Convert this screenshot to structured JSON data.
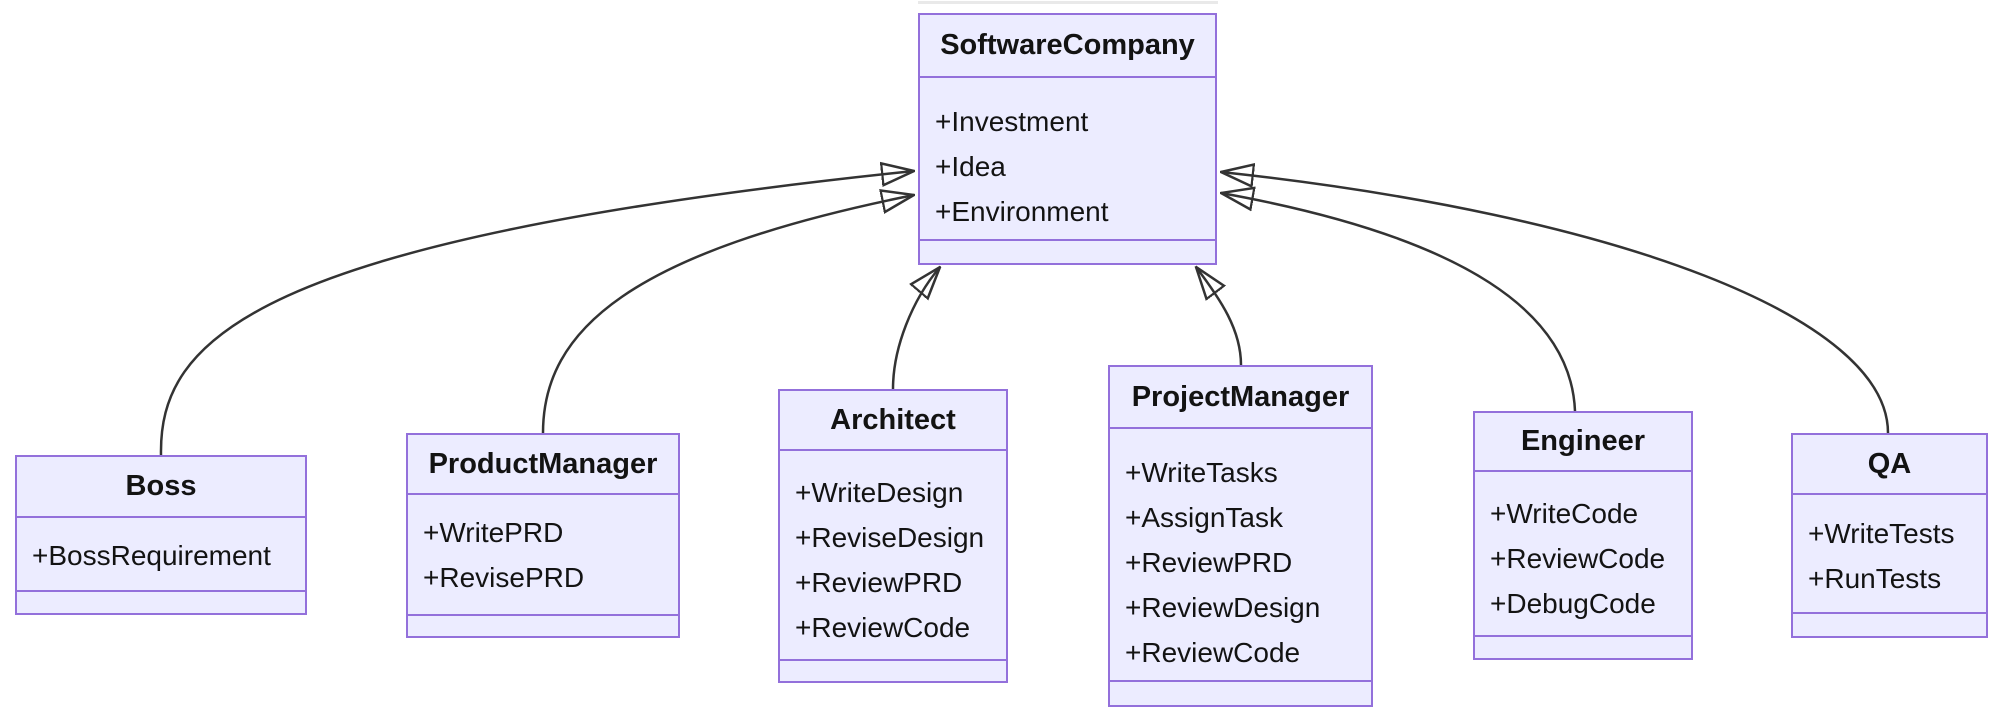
{
  "diagram": {
    "kind": "uml-class-diagram",
    "colors": {
      "class_fill": "#ECECFF",
      "class_border": "#9370DB",
      "edge_line": "#333333",
      "text": "#131313",
      "background": "#FFFFFF"
    }
  },
  "classes": [
    {
      "name": "SoftwareCompany",
      "attributes": [
        "+Investment",
        "+Idea",
        "+Environment"
      ]
    },
    {
      "name": "Boss",
      "attributes": [
        "+BossRequirement"
      ]
    },
    {
      "name": "ProductManager",
      "attributes": [
        "+WritePRD",
        "+RevisePRD"
      ]
    },
    {
      "name": "Architect",
      "attributes": [
        "+WriteDesign",
        "+ReviseDesign",
        "+ReviewPRD",
        "+ReviewCode"
      ]
    },
    {
      "name": "ProjectManager",
      "attributes": [
        "+WriteTasks",
        "+AssignTask",
        "+ReviewPRD",
        "+ReviewDesign",
        "+ReviewCode"
      ]
    },
    {
      "name": "Engineer",
      "attributes": [
        "+WriteCode",
        "+ReviewCode",
        "+DebugCode"
      ]
    },
    {
      "name": "QA",
      "attributes": [
        "+WriteTests",
        "+RunTests"
      ]
    }
  ],
  "relationships": [
    {
      "from": "Boss",
      "to": "SoftwareCompany",
      "type": "inheritance"
    },
    {
      "from": "ProductManager",
      "to": "SoftwareCompany",
      "type": "inheritance"
    },
    {
      "from": "Architect",
      "to": "SoftwareCompany",
      "type": "inheritance"
    },
    {
      "from": "ProjectManager",
      "to": "SoftwareCompany",
      "type": "inheritance"
    },
    {
      "from": "Engineer",
      "to": "SoftwareCompany",
      "type": "inheritance"
    },
    {
      "from": "QA",
      "to": "SoftwareCompany",
      "type": "inheritance"
    }
  ]
}
